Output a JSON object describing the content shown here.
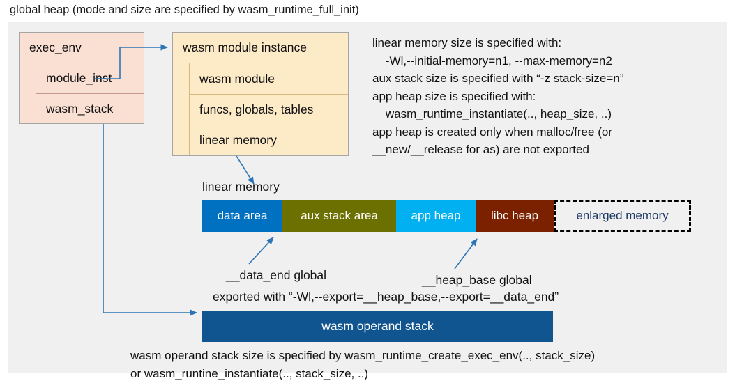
{
  "page": {
    "title": "global heap (mode and size are specified by wasm_runtime_full_init)"
  },
  "colors": {
    "panel_background": "#f0f0f0",
    "exec_env_fill": "#fadfd3",
    "module_instance_fill": "#fdebc8",
    "connector": "#2e75b6",
    "data_area": "#0070c0",
    "aux_stack_area": "#6b7000",
    "app_heap": "#00b0f0",
    "libc_heap": "#7b2100",
    "enlarged_memory_text": "#1f3864",
    "operand_stack": "#10558f"
  },
  "exec_env": {
    "title": "exec_env",
    "fields": [
      {
        "label": "module_inst"
      },
      {
        "label": "wasm_stack"
      }
    ]
  },
  "module_instance": {
    "title": "wasm module instance",
    "fields": [
      {
        "label": "wasm module"
      },
      {
        "label": "funcs, globals, tables"
      },
      {
        "label": "linear memory"
      }
    ]
  },
  "notes": {
    "text": "linear memory size is specified with:\n    -Wl,--initial-memory=n1, --max-memory=n2\naux stack size is specified with “-z stack-size=n”\napp heap size is specified with:\n    wasm_runtime_instantiate(.., heap_size, ..)\napp heap is created only when malloc/free (or\n__new/__release for as) are not exported"
  },
  "linear_memory": {
    "label": "linear memory",
    "segments": [
      {
        "label": "data area",
        "color": "#0070c0",
        "width": 115
      },
      {
        "label": "aux stack area",
        "color": "#6b7000",
        "width": 163
      },
      {
        "label": "app heap",
        "color": "#00b0f0",
        "width": 114
      },
      {
        "label": "libc heap",
        "color": "#7b2100",
        "width": 112
      },
      {
        "label": "enlarged memory",
        "color": "#f0f0f0",
        "width": 197
      }
    ]
  },
  "callouts": {
    "data_end": "__data_end global",
    "heap_base": "__heap_base global",
    "exported_with": "exported with “-Wl,--export=__heap_base,--export=__data_end”"
  },
  "operand_stack": {
    "label": "wasm operand stack",
    "note": "wasm operand stack size is specified by wasm_runtime_create_exec_env(.., stack_size)\nor wasm_runtine_instantiate(.., stack_size, ..)"
  }
}
